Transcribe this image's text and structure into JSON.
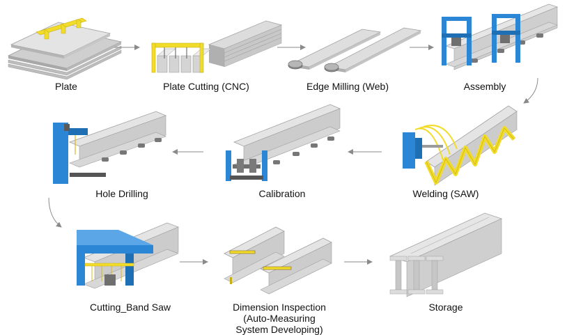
{
  "steps": [
    {
      "id": "plate",
      "label": "Plate",
      "icon": "steel-plate-stack-icon"
    },
    {
      "id": "plate-cutting",
      "label": "Plate Cutting (CNC)",
      "icon": "cnc-plate-cutter-icon"
    },
    {
      "id": "edge-milling",
      "label": "Edge Milling (Web)",
      "icon": "edge-milling-icon"
    },
    {
      "id": "assembly",
      "label": "Assembly",
      "icon": "h-beam-assembly-icon"
    },
    {
      "id": "welding",
      "label": "Welding (SAW)",
      "icon": "saw-welding-icon"
    },
    {
      "id": "calibration",
      "label": "Calibration",
      "icon": "calibration-rollers-icon"
    },
    {
      "id": "hole-drilling",
      "label": "Hole Drilling",
      "icon": "hole-drilling-machine-icon"
    },
    {
      "id": "cutting-band-saw",
      "label": "Cutting_Band Saw",
      "icon": "band-saw-icon"
    },
    {
      "id": "dimension-inspection",
      "label_lines": [
        "Dimension Inspection",
        "(Auto-Measuring",
        "System Developing)"
      ],
      "icon": "dimension-inspection-icon"
    },
    {
      "id": "storage",
      "label": "Storage",
      "icon": "h-beam-storage-icon"
    }
  ],
  "colors": {
    "steel_light": "#e2e2e2",
    "steel_mid": "#c4c4c4",
    "steel_dark": "#9a9a9a",
    "accent_yellow": "#f2dc2b",
    "accent_blue": "#2b87d6",
    "arrow": "#8a8a8a"
  }
}
